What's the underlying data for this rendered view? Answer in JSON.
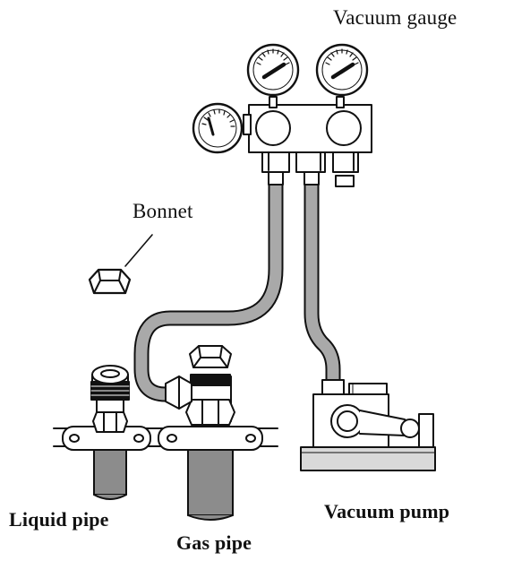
{
  "labels": {
    "vacuum_gauge": "Vacuum gauge",
    "bonnet": "Bonnet",
    "liquid_pipe": "Liquid pipe",
    "gas_pipe": "Gas pipe",
    "vacuum_pump": "Vacuum pump"
  },
  "colors": {
    "ink": "#111111",
    "hose": "#a9a9a9",
    "pipe": "#8c8c8c",
    "base": "#d9d9d9"
  }
}
